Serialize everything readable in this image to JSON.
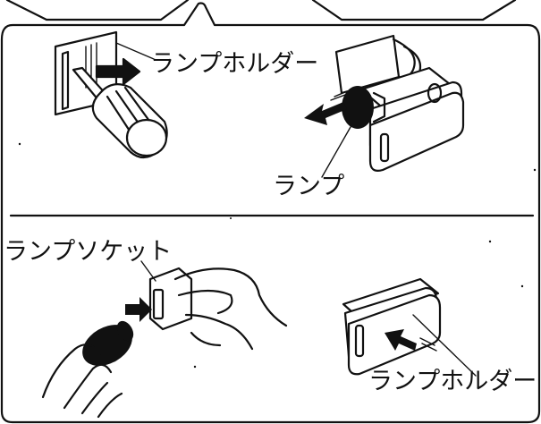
{
  "labels": {
    "lamp_holder_top": "ランプホルダー",
    "lamp": "ランプ",
    "lamp_socket": "ランプソケット",
    "lamp_holder_bottom": "ランプホルダー"
  }
}
